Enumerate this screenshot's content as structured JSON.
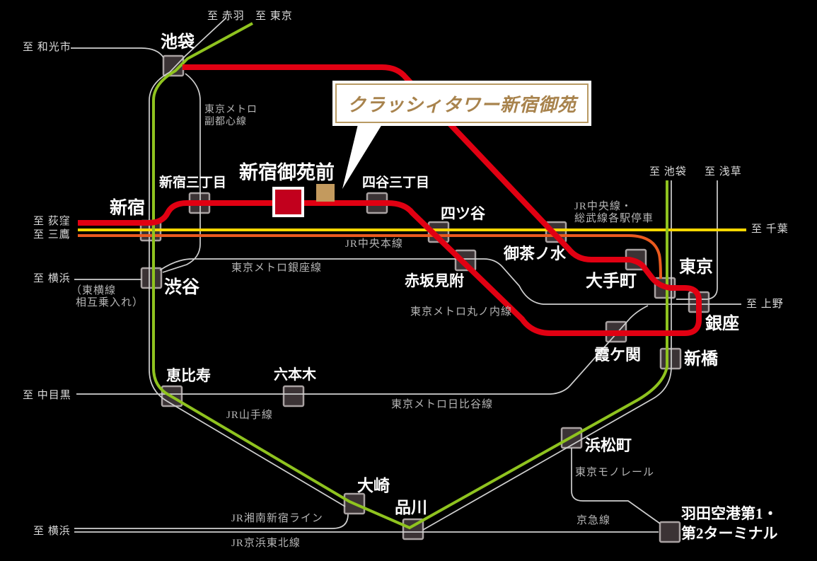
{
  "callout": {
    "label": "クラッシィタワー新宿御苑"
  },
  "colors": {
    "background": "#000000",
    "marunouchi_red": "#e10012",
    "chuo_sobu_yellow": "#ffd800",
    "chuo_rapid_orange": "#ea5a1e",
    "yamanote_green": "#8fc31f",
    "other_line_gray": "#cfcfcf",
    "station_box_fill": "#3b3335",
    "station_box_border": "#a9a2a2",
    "property_marker_red": "#c2001d",
    "property_marker_gold": "#c39a5e",
    "callout_gold": "#a8834d"
  },
  "stations": {
    "ikebukuro": "池袋",
    "shinjuku_sanchome": "新宿三丁目",
    "shinjuku_gyoemmae": "新宿御苑前",
    "yotsuya_sanchome": "四谷三丁目",
    "shinjuku": "新宿",
    "yotsuya": "四ツ谷",
    "ochanomizu": "御茶ノ水",
    "otemachi": "大手町",
    "tokyo": "東京",
    "ginza": "銀座",
    "shibuya": "渋谷",
    "akasaka_mitsuke": "赤坂見附",
    "kasumigaseki": "霞ケ関",
    "shimbashi": "新橋",
    "ebisu": "恵比寿",
    "roppongi": "六本木",
    "hamamatsucho": "浜松町",
    "osaki": "大崎",
    "shinagawa": "品川",
    "haneda_l1": "羽田空港第1・",
    "haneda_l2": "第2ターミナル"
  },
  "terminals": {
    "akabane": "至 赤羽",
    "tokyo_dir": "至 東京",
    "wakoshi": "至 和光市",
    "ogikubo": "至 荻窪",
    "mitaka": "至 三鷹",
    "ikebukuro_dir": "至 池袋",
    "asakusa": "至 浅草",
    "chiba": "至 千葉",
    "ueno": "至 上野",
    "yokohama_toyoko": "至 横浜",
    "nakameguro": "至 中目黒",
    "yokohama_jr": "至 横浜"
  },
  "line_labels": {
    "fukutoshin_l1": "東京メトロ",
    "fukutoshin_l2": "副都心線",
    "chuo_main": "JR中央本線",
    "chuo_sobu_l1": "JR中央線・",
    "chuo_sobu_l2": "総武線各駅停車",
    "ginza_line": "東京メトロ銀座線",
    "marunouchi": "東京メトロ丸ノ内線",
    "hibiya": "東京メトロ日比谷線",
    "yamanote": "JR山手線",
    "toyoko_note_l1": "（東横線",
    "toyoko_note_l2": "相互乗入れ）",
    "monorail": "東京モノレール",
    "shonan_shinjuku": "JR湘南新宿ライン",
    "keihin_tohoku": "JR京浜東北線",
    "keikyu": "京急線"
  }
}
